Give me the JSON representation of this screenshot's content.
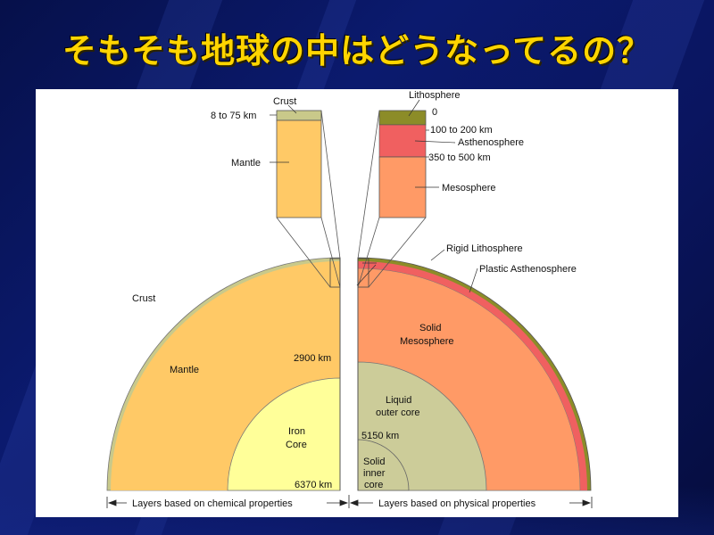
{
  "slide": {
    "title": "そもそも地球の中はどうなってるの？"
  },
  "colors": {
    "background": "#0a1560",
    "title": "#ffd500",
    "crust": "#c9c98a",
    "mantle": "#ffc966",
    "iron_core": "#ffff99",
    "lithosphere": "#8c8c28",
    "asthenosphere": "#f06060",
    "mesosphere": "#ff9a66",
    "outer_core": "#cccc99",
    "inner_core": "#cccc99"
  },
  "left_column": {
    "crust": "Crust",
    "depth": "8 to 75 km",
    "mantle": "Mantle"
  },
  "right_column": {
    "lithosphere": "Lithosphere",
    "zero": "0",
    "depth_1": "100 to 200 km",
    "asthenosphere": "Asthenosphere",
    "depth_2": "350 to 500 km",
    "mesosphere": "Mesosphere"
  },
  "chemical": {
    "crust": "Crust",
    "mantle": "Mantle",
    "depth_2900": "2900 km",
    "core_line1": "Iron",
    "core_line2": "Core",
    "depth_6370": "6370 km"
  },
  "physical": {
    "rigid": "Rigid Lithosphere",
    "plastic": "Plastic Asthenosphere",
    "meso_line1": "Solid",
    "meso_line2": "Mesosphere",
    "outer_line1": "Liquid",
    "outer_line2": "outer core",
    "depth_5150": "5150 km",
    "inner_line1": "Solid",
    "inner_line2": "inner",
    "inner_line3": "core"
  },
  "footer": {
    "chemical": "Layers based on chemical properties",
    "physical": "Layers based on physical properties"
  }
}
